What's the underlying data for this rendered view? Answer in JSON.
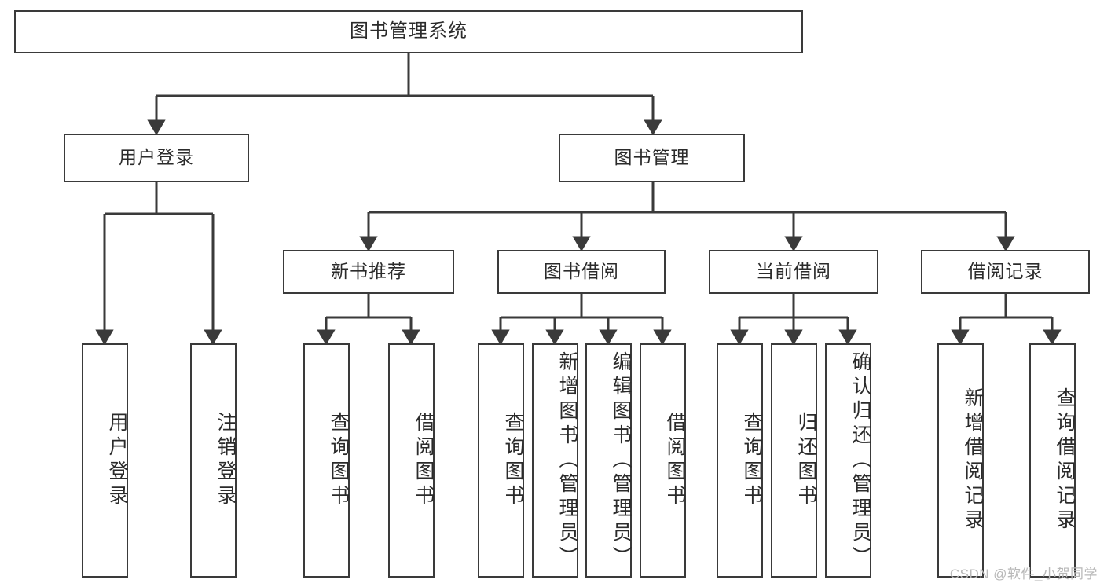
{
  "diagram": {
    "title": "图书管理系统",
    "type": "hierarchy-tree",
    "levels": 4,
    "colors": {
      "border": "#3a3a3a",
      "text": "#2b2b2b",
      "background": "#ffffff",
      "watermark": "#b8b8b8"
    },
    "nodes": {
      "root": {
        "id": "root",
        "label": "图书管理系统",
        "orientation": "horizontal"
      },
      "level2": [
        {
          "id": "user-login",
          "label": "用户登录",
          "orientation": "horizontal"
        },
        {
          "id": "book-management",
          "label": "图书管理",
          "orientation": "horizontal"
        }
      ],
      "level3": [
        {
          "id": "new-book-recommend",
          "label": "新书推荐",
          "orientation": "horizontal",
          "parent": "book-management"
        },
        {
          "id": "book-borrow",
          "label": "图书借阅",
          "orientation": "horizontal",
          "parent": "book-management"
        },
        {
          "id": "current-borrow",
          "label": "当前借阅",
          "orientation": "horizontal",
          "parent": "book-management"
        },
        {
          "id": "borrow-record",
          "label": "借阅记录",
          "orientation": "horizontal",
          "parent": "book-management"
        }
      ],
      "leaves": [
        {
          "id": "leaf-user-login",
          "label": "用户登录",
          "parent": "user-login"
        },
        {
          "id": "leaf-logout-login",
          "label": "注销登录",
          "parent": "user-login"
        },
        {
          "id": "leaf-query-book-1",
          "label": "查询图书",
          "parent": "new-book-recommend"
        },
        {
          "id": "leaf-borrow-book-1",
          "label": "借阅图书",
          "parent": "new-book-recommend"
        },
        {
          "id": "leaf-query-book-2",
          "label": "查询图书",
          "parent": "book-borrow"
        },
        {
          "id": "leaf-add-book",
          "label": "新增图书（管理员）",
          "parent": "book-borrow"
        },
        {
          "id": "leaf-edit-book",
          "label": "编辑图书（管理员）",
          "parent": "book-borrow"
        },
        {
          "id": "leaf-borrow-book-2",
          "label": "借阅图书",
          "parent": "book-borrow"
        },
        {
          "id": "leaf-query-book-3",
          "label": "查询图书",
          "parent": "current-borrow"
        },
        {
          "id": "leaf-return-book",
          "label": "归还图书",
          "parent": "current-borrow"
        },
        {
          "id": "leaf-confirm-return",
          "label": "确认归还（管理员）",
          "parent": "current-borrow"
        },
        {
          "id": "leaf-add-record",
          "label": "新增借阅记录",
          "parent": "borrow-record"
        },
        {
          "id": "leaf-query-record",
          "label": "查询借阅记录",
          "parent": "borrow-record"
        }
      ]
    },
    "watermark": "CSDN @软件_小贺同学"
  }
}
